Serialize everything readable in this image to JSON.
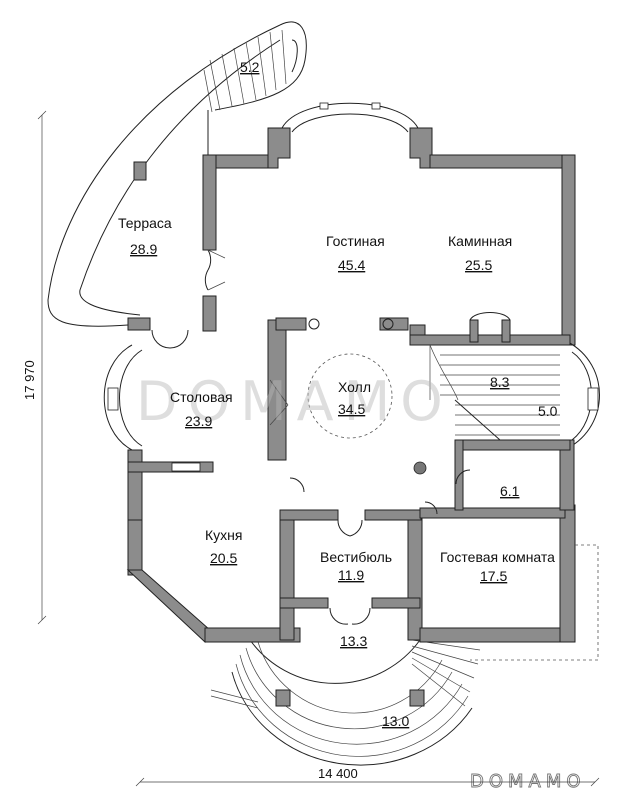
{
  "rooms": [
    {
      "key": "terrace",
      "name": "Терраса",
      "area": "28.9"
    },
    {
      "key": "living",
      "name": "Гостиная",
      "area": "45.4"
    },
    {
      "key": "fireplace",
      "name": "Каминная",
      "area": "25.5"
    },
    {
      "key": "dining",
      "name": "Столовая",
      "area": "23.9"
    },
    {
      "key": "hall",
      "name": "Холл",
      "area": "34.5"
    },
    {
      "key": "kitchen",
      "name": "Кухня",
      "area": "20.5"
    },
    {
      "key": "vestibule",
      "name": "Вестибюль",
      "area": "11.9"
    },
    {
      "key": "guest",
      "name": "Гостевая комната",
      "area": "17.5"
    }
  ],
  "area_labels": {
    "stair_top": "5.2",
    "stair_main": "8.3",
    "stair_side": "5.0",
    "small_room": "6.1",
    "porch": "13.3",
    "steps": "13.0"
  },
  "dimensions": {
    "width": "14 400",
    "height": "17 970"
  },
  "watermark": {
    "center": "DOMAMO",
    "corner": "DOMAMO"
  }
}
